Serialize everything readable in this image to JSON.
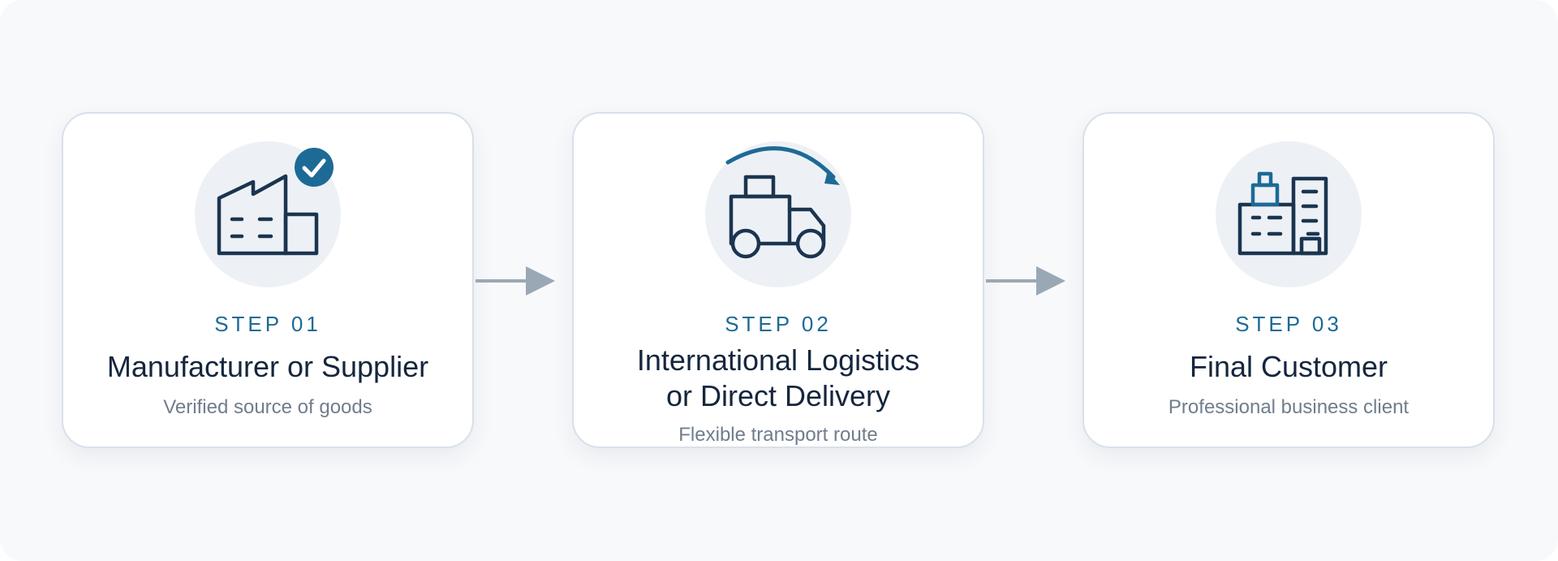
{
  "steps": [
    {
      "step_label": "STEP 01",
      "title": "Manufacturer or Supplier",
      "subtitle": "Verified source of goods",
      "icon": "factory-icon",
      "badge_icon": "check-badge-icon"
    },
    {
      "step_label": "STEP 02",
      "title_line1": "International Logistics",
      "title_line2": "or Direct Delivery",
      "subtitle": "Flexible transport route",
      "icon": "truck-icon",
      "accent_icon": "curved-arrow-icon"
    },
    {
      "step_label": "STEP 03",
      "title": "Final Customer",
      "subtitle": "Professional business client",
      "icon": "office-building-icon"
    }
  ],
  "colors": {
    "background": "#f8f9fb",
    "card": "#ffffff",
    "card_border": "#d9e0ea",
    "icon_circle": "#edf1f6",
    "icon_stroke": "#1b3550",
    "accent": "#1d6a96",
    "title": "#15263d",
    "subtitle": "#707d8c",
    "connector": "#9aa8b6"
  }
}
